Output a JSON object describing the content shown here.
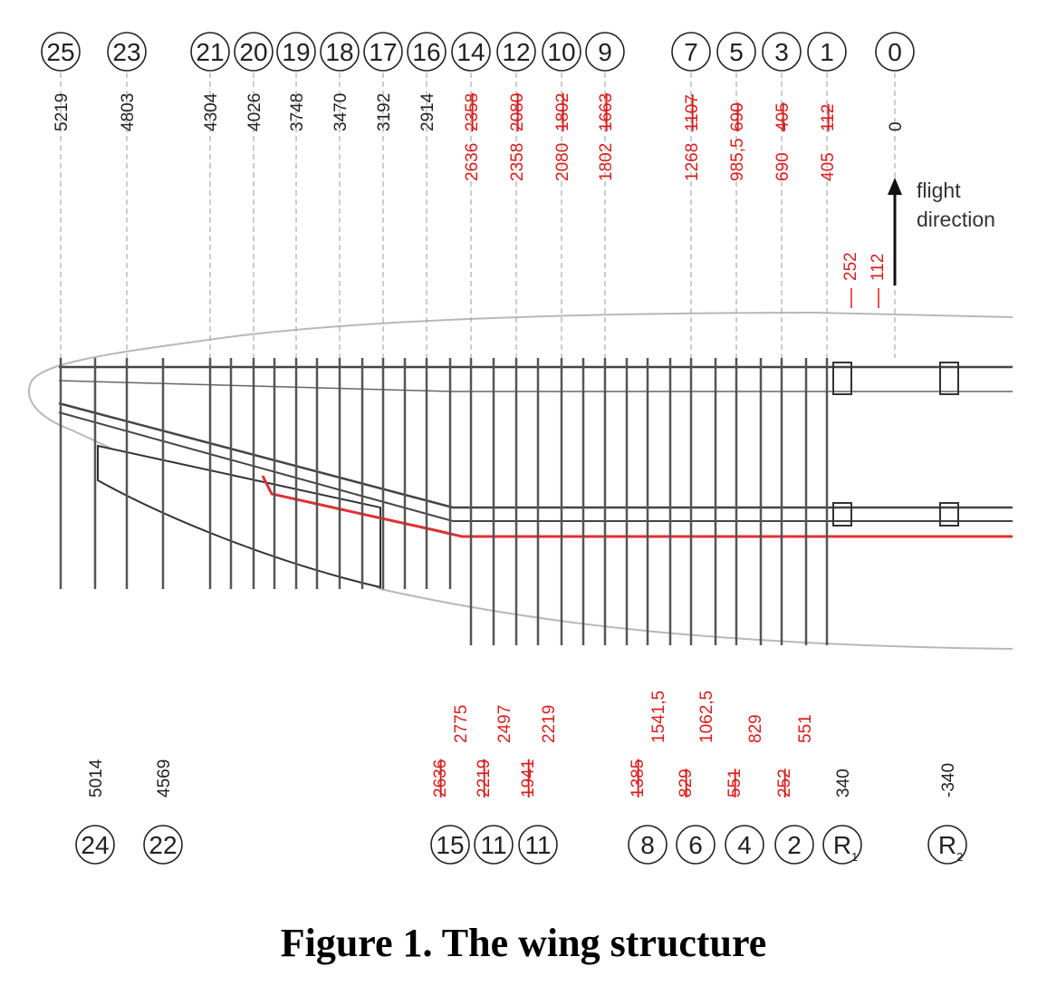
{
  "caption": "Figure 1. The wing structure",
  "flight_label_1": "flight",
  "flight_label_2": "direction",
  "top_ribs": [
    {
      "id": "25",
      "label": "5219",
      "red": "",
      "old": ""
    },
    {
      "id": "23",
      "label": "4803",
      "red": "",
      "old": ""
    },
    {
      "id": "21",
      "label": "4304",
      "red": "",
      "old": ""
    },
    {
      "id": "20",
      "label": "4026",
      "red": "",
      "old": ""
    },
    {
      "id": "19",
      "label": "3748",
      "red": "",
      "old": ""
    },
    {
      "id": "18",
      "label": "3470",
      "red": "",
      "old": ""
    },
    {
      "id": "17",
      "label": "3192",
      "red": "",
      "old": ""
    },
    {
      "id": "16",
      "label": "2914",
      "red": "",
      "old": ""
    },
    {
      "id": "14",
      "label": "",
      "red": "2636",
      "old": "2358"
    },
    {
      "id": "12",
      "label": "",
      "red": "2358",
      "old": "2080"
    },
    {
      "id": "10",
      "label": "",
      "red": "2080",
      "old": "1802"
    },
    {
      "id": "9",
      "label": "",
      "red": "1802",
      "old": "1663"
    },
    {
      "id": "7",
      "label": "",
      "red": "1268",
      "old": "1107"
    },
    {
      "id": "5",
      "label": "",
      "red": "985,5",
      "old": "690"
    },
    {
      "id": "3",
      "label": "",
      "red": "690",
      "old": "405"
    },
    {
      "id": "1",
      "label": "",
      "red": "405",
      "old": "112"
    },
    {
      "id": "0",
      "label": "0",
      "red": "",
      "old": ""
    }
  ],
  "spar_labels": {
    "a": "252",
    "b": "112"
  },
  "bottom_ribs": [
    {
      "id": "24",
      "label": "5014",
      "red": "",
      "old": ""
    },
    {
      "id": "22",
      "label": "4569",
      "red": "",
      "old": ""
    },
    {
      "id": "15",
      "label": "",
      "red": "2775",
      "old": "2636"
    },
    {
      "id": "11",
      "label": "",
      "red": "2497",
      "old": "2219"
    },
    {
      "id": "11",
      "label": "",
      "red": "2219",
      "old": "1941"
    },
    {
      "id": "8",
      "label": "",
      "red": "1541,5",
      "old": "1385"
    },
    {
      "id": "6",
      "label": "",
      "red": "1062,5",
      "old": "829"
    },
    {
      "id": "4",
      "label": "",
      "red": "829",
      "old": "551"
    },
    {
      "id": "2",
      "label": "",
      "red": "551",
      "old": "252"
    },
    {
      "id": "R1",
      "label": "340",
      "red": "",
      "old": ""
    },
    {
      "id": "R2",
      "label": "-340",
      "red": "",
      "old": ""
    }
  ]
}
